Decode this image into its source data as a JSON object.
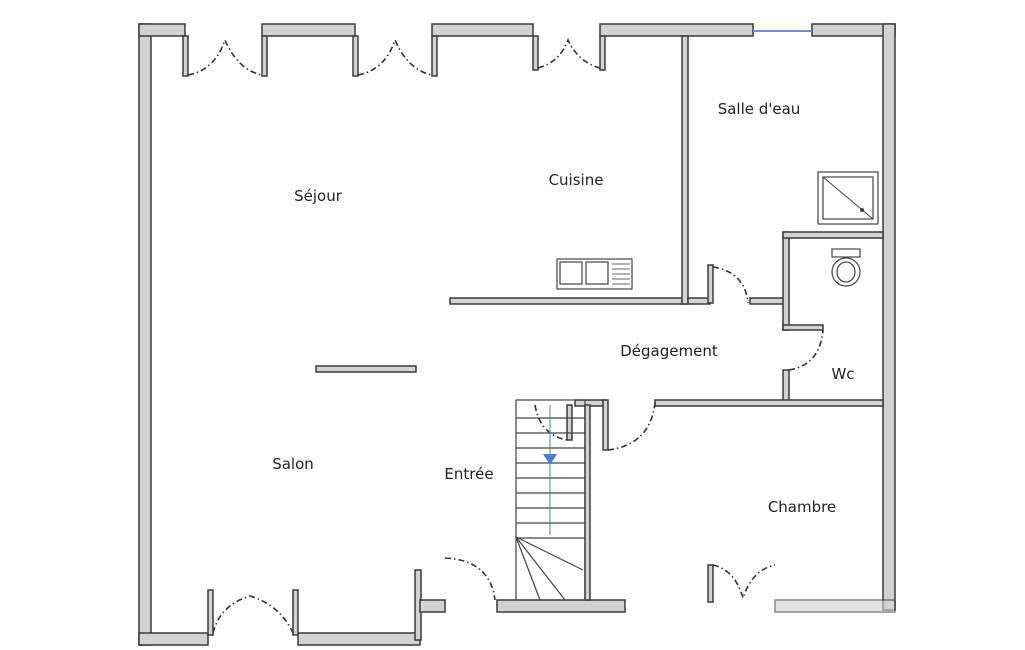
{
  "rooms": {
    "sejour": "Séjour",
    "cuisine": "Cuisine",
    "salle_deau": "Salle d'eau",
    "degagement": "Dégagement",
    "wc": "Wc",
    "salon": "Salon",
    "entree": "Entrée",
    "chambre": "Chambre"
  },
  "colors": {
    "wall_fill": "#d2d2d2",
    "wall_stroke": "#3a3a3a",
    "stair_arrow": "#4a7fd6",
    "window": "#6b8ed6"
  }
}
